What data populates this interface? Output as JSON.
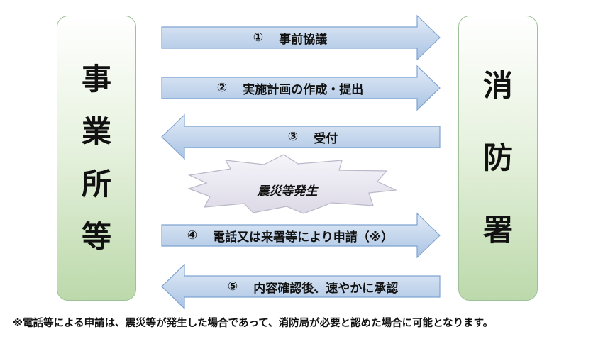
{
  "left_party": {
    "chars": [
      "事",
      "業",
      "所",
      "等"
    ]
  },
  "right_party": {
    "chars": [
      "消",
      "防",
      "署"
    ]
  },
  "steps": [
    {
      "num": "①",
      "label": "事前協議",
      "direction": "right"
    },
    {
      "num": "②",
      "label": "実施計画の作成・提出",
      "direction": "right"
    },
    {
      "num": "③",
      "label": "受付",
      "direction": "left"
    },
    {
      "num": "④",
      "label": "電話又は来署等により申請（※）",
      "direction": "right"
    },
    {
      "num": "⑤",
      "label": "内容確認後、速やかに承認",
      "direction": "left"
    }
  ],
  "event": {
    "label": "震災等発生"
  },
  "footnote": "※電話等による申請は、震災等が発生した場合であって、消防局が必要と認めた場合に可能となります。",
  "colors": {
    "arrow_fill_light": "#e3ecf7",
    "arrow_fill_dark": "#a9c3e3",
    "arrow_stroke": "#7fa3d1",
    "burst_fill": "#ebe9f2",
    "burst_stroke": "#b8b8c8",
    "pillar_green": "#bcd9ab"
  }
}
